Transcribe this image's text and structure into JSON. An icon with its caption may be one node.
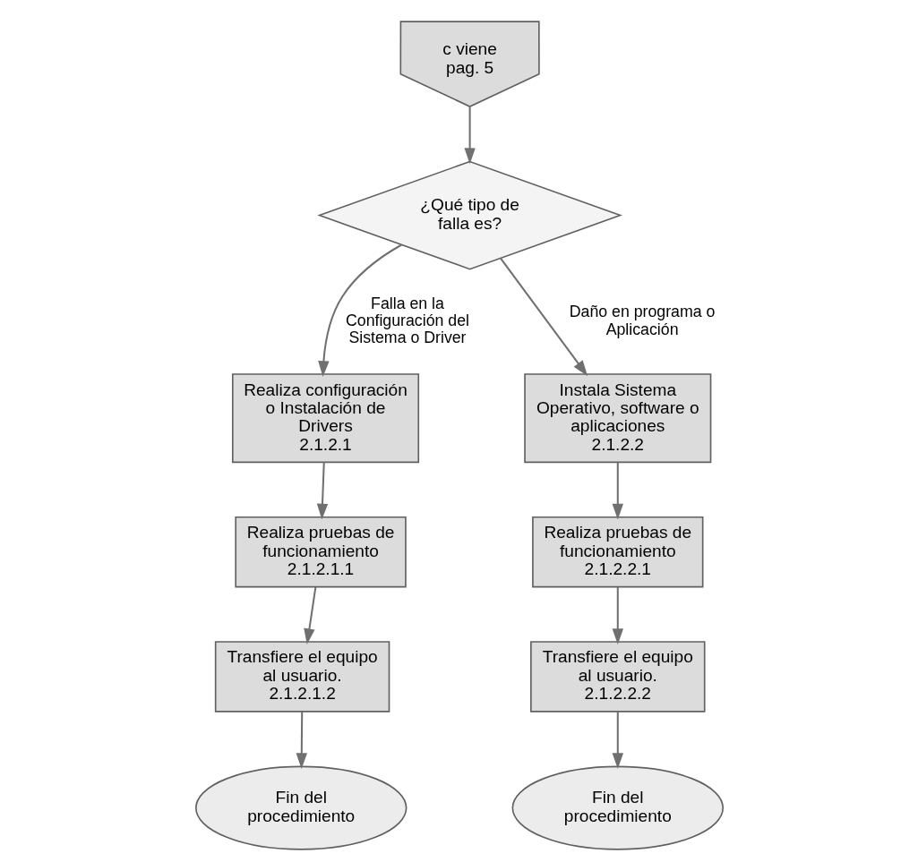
{
  "diagram": {
    "nodes": [
      {
        "text": [
          "c viene pag. 5"
        ]
      },
      {
        "text": [
          "¿Qué tipo de falla es?"
        ]
      },
      {
        "text": [
          "Realiza configuración o Instalación de Drivers",
          "2.1.2.1"
        ]
      },
      {
        "text": [
          "Instala Sistema Operativo, software o aplicaciones",
          "2.1.2.2"
        ]
      },
      {
        "text": [
          "Realiza pruebas de funcionamiento",
          "2.1.2.1.1"
        ]
      },
      {
        "text": [
          "Realiza pruebas de funcionamiento",
          "2.1.2.2.1"
        ]
      },
      {
        "text": [
          "Transfiere el equipo al usuario.",
          "2.1.2.1.2"
        ]
      },
      {
        "text": [
          "Transfiere el equipo al usuario.",
          "2.1.2.2.2"
        ]
      },
      {
        "text": [
          "Fin del procedimiento"
        ]
      },
      {
        "text": [
          "Fin del procedimiento"
        ]
      }
    ],
    "edges": [
      {
        "from": 0,
        "to": 1,
        "arrow": "to"
      },
      {
        "from": 1,
        "to": 2,
        "arrow": "to",
        "label": "Falla en la Configuración del Sistema o Driver"
      },
      {
        "from": 1,
        "to": 3,
        "arrow": "to",
        "label": "Daño en programa o Aplicación"
      },
      {
        "from": 2,
        "to": 4,
        "arrow": "to"
      },
      {
        "from": 4,
        "to": 6,
        "arrow": "to"
      },
      {
        "from": 6,
        "to": 8,
        "arrow": "to"
      },
      {
        "from": 3,
        "to": 5,
        "arrow": "to"
      },
      {
        "from": 5,
        "to": 7,
        "arrow": "to"
      },
      {
        "from": 7,
        "to": 9,
        "arrow": "to"
      }
    ]
  }
}
